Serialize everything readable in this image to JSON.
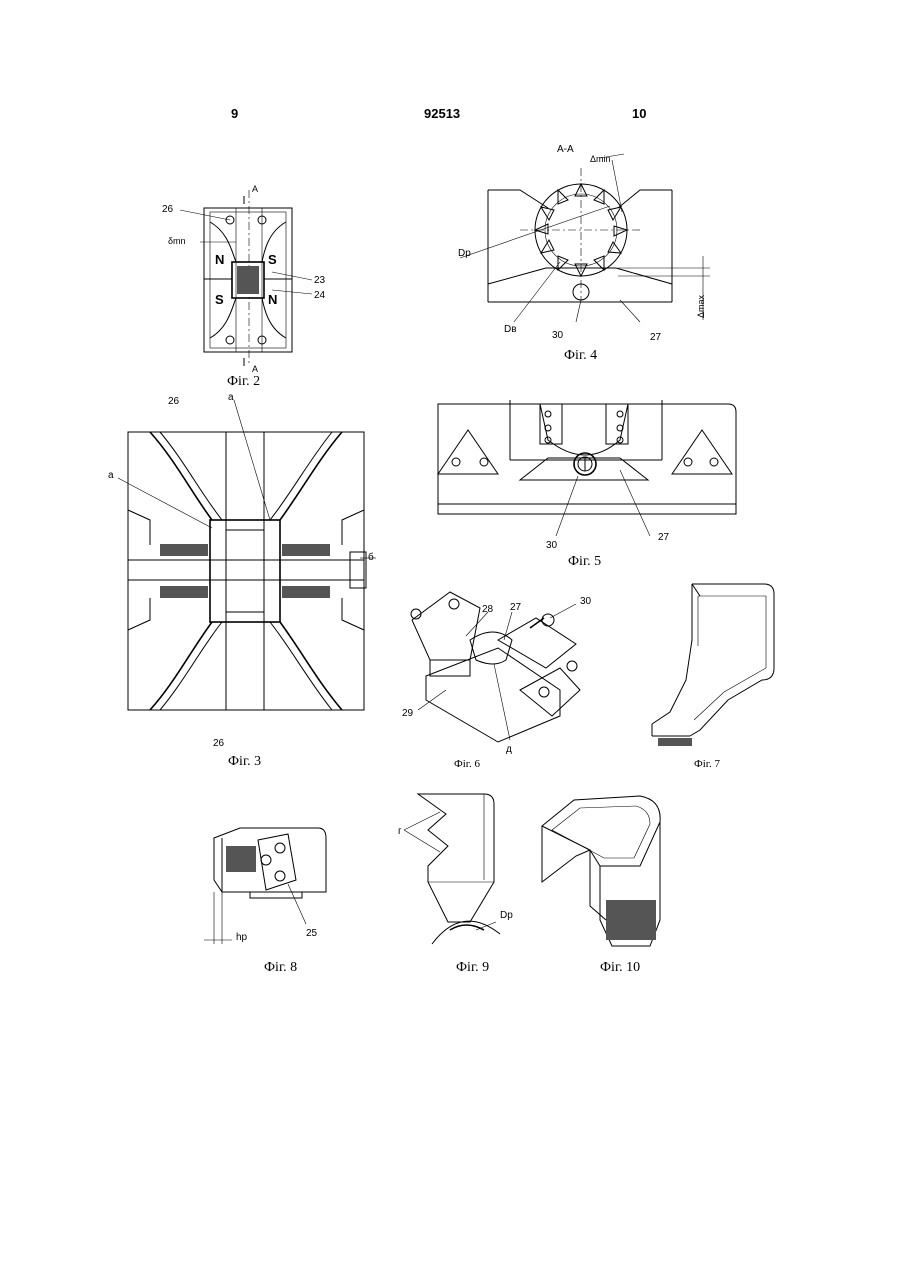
{
  "header": {
    "left_page": "9",
    "patent_number": "92513",
    "right_page": "10"
  },
  "figures": {
    "fig2": {
      "caption": "Фіг. 2",
      "labels": {
        "ref26": "26",
        "ref23": "23",
        "ref24": "24",
        "section_top": "A",
        "section_bottom": "A",
        "delta": "δmn",
        "pole_n1": "N",
        "pole_s1": "S",
        "pole_s2": "S",
        "pole_n2": "N"
      }
    },
    "fig3": {
      "caption": "Фіг. 3",
      "labels": {
        "ref26_top": "26",
        "ref26_bottom": "26",
        "a_left": "a",
        "a_top": "a",
        "b_right": "б"
      }
    },
    "fig4": {
      "caption": "Фіг. 4",
      "labels": {
        "section": "A-A",
        "delta_min": "Δmin",
        "dp": "Dp",
        "db": "Dв",
        "ref30": "30",
        "ref27": "27",
        "delta_max": "Δmax"
      }
    },
    "fig5": {
      "caption": "Фіг. 5",
      "labels": {
        "ref30": "30",
        "ref27": "27"
      }
    },
    "fig6": {
      "caption": "Фіг. 6",
      "labels": {
        "ref28": "28",
        "ref27": "27",
        "ref30": "30",
        "ref29": "29",
        "d": "д"
      }
    },
    "fig7": {
      "caption": "Фіг. 7"
    },
    "fig8": {
      "caption": "Фіг. 8",
      "labels": {
        "hp": "hp",
        "ref25": "25"
      }
    },
    "fig9": {
      "caption": "Фіг. 9",
      "labels": {
        "g": "г",
        "dp": "Dp"
      }
    },
    "fig10": {
      "caption": "Фіг. 10"
    }
  }
}
